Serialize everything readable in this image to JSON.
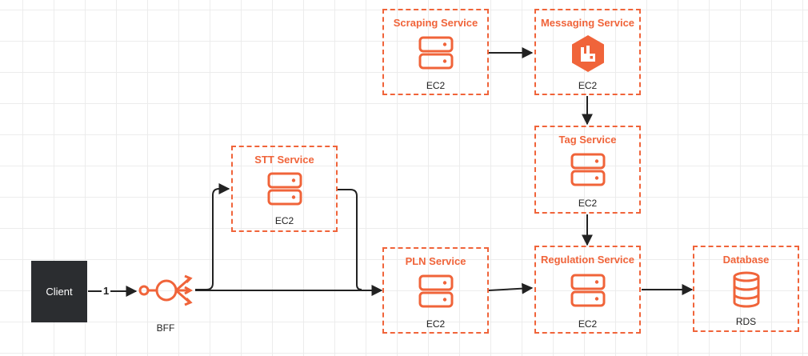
{
  "client": {
    "label": "Client"
  },
  "edge_label_client_bff": "1",
  "bff": {
    "label": "BFF"
  },
  "services": {
    "scraping": {
      "title": "Scraping Service",
      "sub": "EC2"
    },
    "messaging": {
      "title": "Messaging Service",
      "sub": "EC2"
    },
    "tag": {
      "title": "Tag Service",
      "sub": "EC2"
    },
    "stt": {
      "title": "STT Service",
      "sub": "EC2"
    },
    "pln": {
      "title": "PLN Service",
      "sub": "EC2"
    },
    "regulation": {
      "title": "Regulation Service",
      "sub": "EC2"
    },
    "database": {
      "title": "Database",
      "sub": "RDS"
    }
  },
  "icons": {
    "server": "server-icon",
    "messaging": "rabbitmq-icon",
    "database": "database-icon",
    "bff": "load-balancer-icon"
  },
  "colors": {
    "accent": "#f0643a",
    "client_bg": "#2b2d30",
    "edge": "#222222"
  }
}
